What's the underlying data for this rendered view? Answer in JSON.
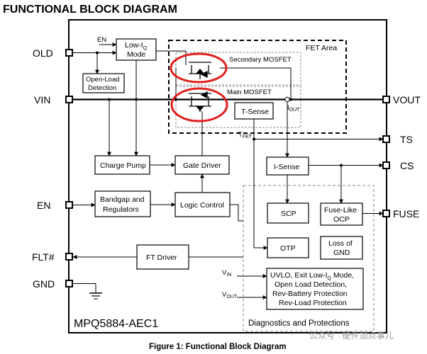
{
  "title": "FUNCTIONAL BLOCK DIAGRAM",
  "caption": "Figure 1: Functional Block Diagram",
  "part_number": "MPQ5884-AEC1",
  "watermark": "公众号 · 硬件加点事儿",
  "pins": {
    "old": "OLD",
    "vin": "VIN",
    "en": "EN",
    "flt": "FLT#",
    "gnd": "GND",
    "vout": "VOUT",
    "ts": "TS",
    "cs": "CS",
    "fuse": "FUSE"
  },
  "labels": {
    "en_small": "EN",
    "fet_area": "FET Area",
    "secondary_mosfet": "Secondary MOSFET",
    "main_mosfet": "Main MOSFET",
    "iout_main": "I",
    "iout_sub": "OUT",
    "tfet_main": "T",
    "tfet_sub": "FET",
    "vin_main": "V",
    "vin_sub": "IN",
    "vout_main": "V",
    "vout_sub": "OUT",
    "diagnostics": "Diagnostics and Protections"
  },
  "blocks": {
    "low_iq_line1": "Low-I",
    "low_iq_sub": "Q",
    "low_iq_line2": "Mode",
    "open_load_line1": "Open-Load",
    "open_load_line2": "Detection",
    "t_sense": "T-Sense",
    "charge_pump": "Charge Pump",
    "gate_driver": "Gate Driver",
    "i_sense": "I-Sense",
    "bandgap_line1": "Bandgap and",
    "bandgap_line2": "Regulators",
    "logic_control": "Logic Control",
    "scp": "SCP",
    "fuse_ocp_line1": "Fuse-Like",
    "fuse_ocp_line2": "OCP",
    "ft_driver": "FT Driver",
    "otp": "OTP",
    "loss_gnd_line1": "Loss of",
    "loss_gnd_line2": "GND",
    "uvlo_line1": "UVLO, Exit Low-I",
    "uvlo_line1_sub": "Q",
    "uvlo_line1_end": " Mode,",
    "uvlo_line2": "Open Load Detection,",
    "uvlo_line3": "Rev-Battery Protection",
    "uvlo_line4": "Rev-Load Protection"
  },
  "colors": {
    "highlight": "#e0201c",
    "line": "#000000",
    "dashed_gray": "#8a8a8a"
  }
}
